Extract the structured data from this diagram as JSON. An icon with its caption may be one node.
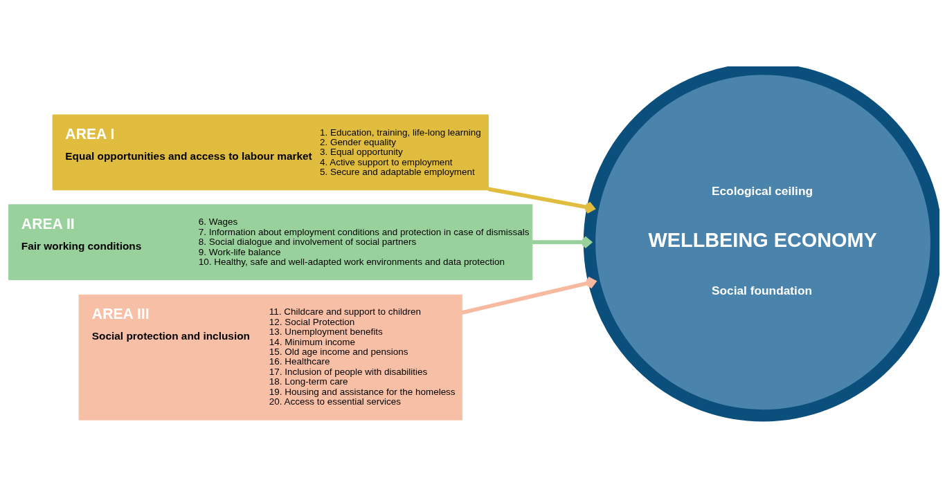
{
  "diagram": {
    "nodes": [
      {
        "text": [
          "AREA I",
          "Equal opportunities and access to labour market",
          "1. Education, training, life-long learning",
          "2. Gender equality",
          "3. Equal opportunity",
          "4. Active support to employment",
          "5. Secure and adaptable employment"
        ]
      },
      {
        "text": [
          "AREA II",
          "Fair working conditions",
          "6. Wages",
          "7. Information about employment conditions and protection in case of dismissals",
          "8. Social dialogue and involvement of social partners",
          "9. Work-life balance",
          "10. Healthy, safe and well-adapted work environments and data protection"
        ]
      },
      {
        "text": [
          "AREA III",
          "Social protection and inclusion",
          "11. Childcare and support to children",
          "12. Social Protection",
          "13. Unemployment benefits",
          "14. Minimum income",
          "15. Old age income and pensions",
          "16. Healthcare",
          "17. Inclusion of people with disabilities",
          "18. Long-term care",
          "19. Housing and assistance for the homeless",
          "20. Access to essential services"
        ]
      },
      {
        "text": [
          "Ecological ceiling",
          "WELLBEING ECONOMY",
          "Social foundation"
        ]
      }
    ],
    "edges": [
      {
        "from": 0,
        "to": 3,
        "arrow": "to",
        "color": "#e0bc3f"
      },
      {
        "from": 1,
        "to": 3,
        "arrow": "to",
        "color": "#98d19b"
      },
      {
        "from": 2,
        "to": 3,
        "arrow": "to",
        "color": "#f7b9a0"
      }
    ]
  }
}
